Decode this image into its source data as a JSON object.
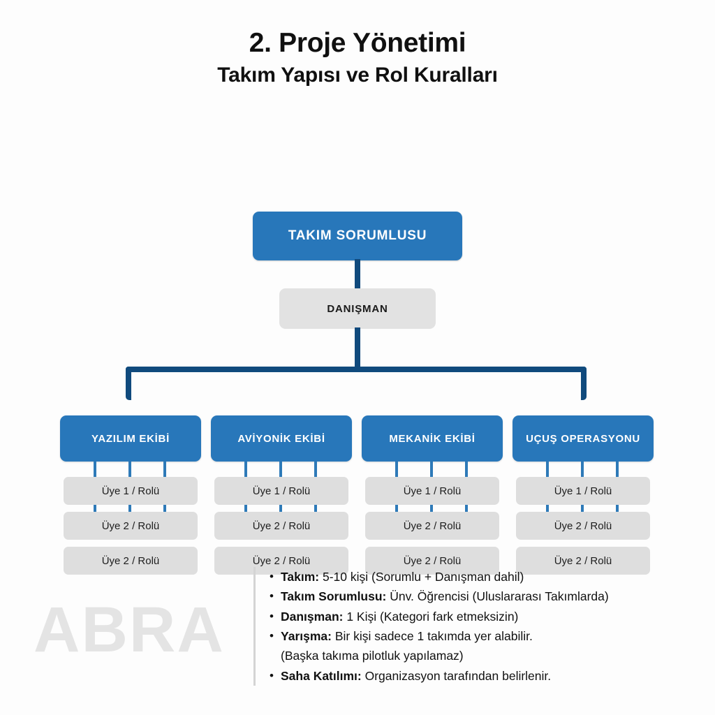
{
  "header": {
    "title": "2. Proje Yönetimi",
    "subtitle": "Takım Yapısı ve Rol Kuralları"
  },
  "colors": {
    "accent_blue": "#2877ba",
    "connector_blue": "#104a7d",
    "tick_blue": "#2e7ab8",
    "node_grey": "#e2e2e2",
    "member_grey": "#dedede",
    "background": "#fdfdfd",
    "watermark_grey": "#e4e4e4",
    "divider_grey": "#d4d4d4"
  },
  "org_chart": {
    "root": {
      "label": "TAKIM SORUMLUSU"
    },
    "advisor": {
      "label": "DANIŞMAN"
    },
    "teams": [
      {
        "label": "YAZILIM EKİBİ",
        "members": [
          "Üye 1 / Rolü",
          "Üye 2 / Rolü",
          "Üye 2 / Rolü"
        ]
      },
      {
        "label": "AVİYONİK EKİBİ",
        "members": [
          "Üye 1 / Rolü",
          "Üye 2 / Rolü",
          "Üye 2 / Rolü"
        ]
      },
      {
        "label": "MEKANİK EKİBİ",
        "members": [
          "Üye 1 / Rolü",
          "Üye 2 / Rolü",
          "Üye 2 / Rolü"
        ]
      },
      {
        "label": "UÇUŞ OPERASYONU",
        "members": [
          "Üye 1 / Rolü",
          "Üye 2 / Rolü",
          "Üye 2 / Rolü"
        ]
      }
    ]
  },
  "notes": {
    "bullet_glyph": "•",
    "items": [
      {
        "label": "Takım:",
        "text": " 5-10 kişi (Sorumlu + Danışman dahil)"
      },
      {
        "label": "Takım Sorumlusu:",
        "text": " Ünv. Öğrencisi (Uluslararası Takımlarda)"
      },
      {
        "label": "Danışman:",
        "text": " 1 Kişi (Kategori fark etmeksizin)"
      },
      {
        "label": "Yarışma:",
        "text": " Bir kişi sadece 1 takımda yer alabilir.",
        "continuation": "(Başka takıma pilotluk yapılamaz)"
      },
      {
        "label": "Saha Katılımı:",
        "text": " Organizasyon tarafından belirlenir."
      }
    ]
  },
  "watermark": {
    "text": "ABRA"
  }
}
